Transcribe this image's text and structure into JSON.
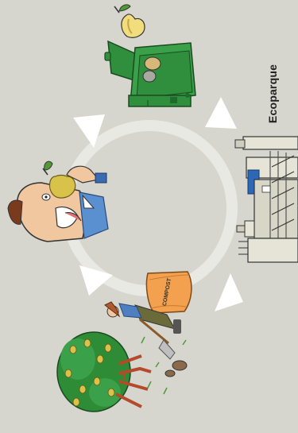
{
  "diagram": {
    "title": "Ecoparque",
    "bag_label": "COMPOST",
    "stages": [
      "pear-core-waste",
      "green-dumpster",
      "ecoparque-facility",
      "compost-bag-worker",
      "pear-tree",
      "person-eating-pear"
    ],
    "colors": {
      "background": "#d6d6cf",
      "cycle_ring": "#e9e9e4",
      "arrow": "#ffffff",
      "dumpster": "#2f8f3c",
      "compost_bag": "#f3a14e",
      "tree": "#2e8b36",
      "pear": "#d9c24a"
    }
  }
}
